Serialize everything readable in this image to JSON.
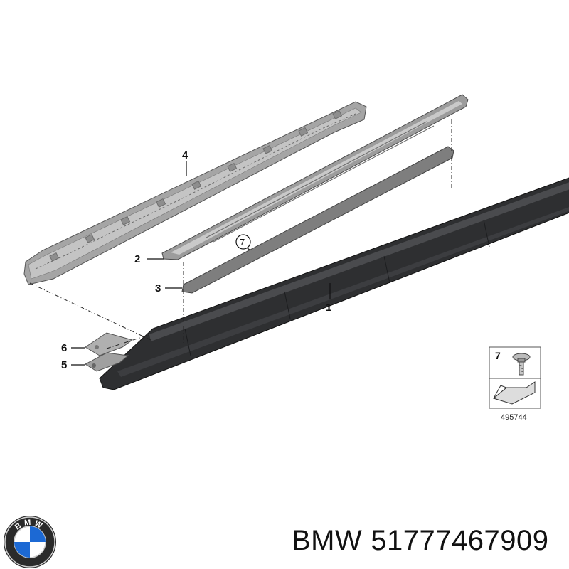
{
  "diagram": {
    "callouts": [
      {
        "id": "1",
        "label": "1"
      },
      {
        "id": "2",
        "label": "2"
      },
      {
        "id": "3",
        "label": "3"
      },
      {
        "id": "4",
        "label": "4"
      },
      {
        "id": "5",
        "label": "5"
      },
      {
        "id": "6",
        "label": "6"
      },
      {
        "id": "7",
        "label": "7"
      }
    ],
    "legend_box": {
      "item_number": "7",
      "diagram_code": "495744"
    }
  },
  "logo": {
    "letters": "BMW"
  },
  "caption": {
    "brand": "BMW",
    "part_number": "51777467909"
  },
  "colors": {
    "rocker_panel": "#2e2f31",
    "trim_strip": "#8c8c8c",
    "trim_strip_light": "#b9b9b9",
    "seal": "#7a7a7a",
    "bracket": "#a9a9a9",
    "logo_blue": "#1c69d4",
    "logo_ring": "#1a1a1a"
  }
}
